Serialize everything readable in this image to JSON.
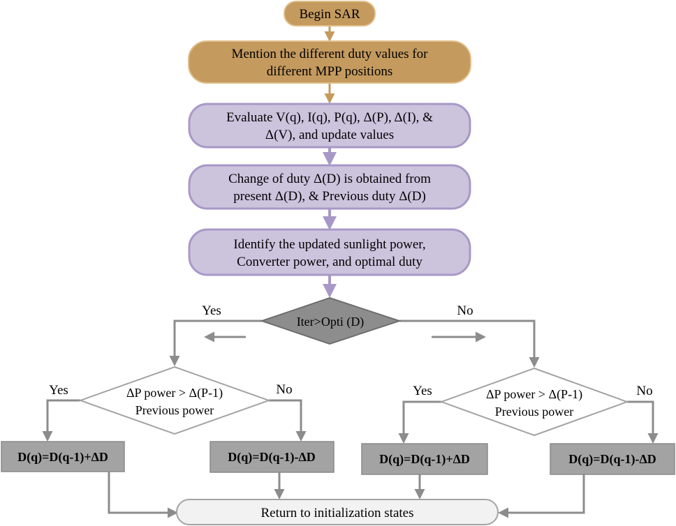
{
  "flowchart": {
    "begin": "Begin SAR",
    "mention": [
      "Mention the different duty values for",
      "different MPP positions"
    ],
    "evaluate": [
      "Evaluate V(q), I(q), P(q), Δ(P), Δ(I), &",
      "Δ(V), and update values"
    ],
    "change": [
      "Change of duty Δ(D) is obtained from",
      "present Δ(D), & Previous duty Δ(D)"
    ],
    "identify": [
      "Identify the updated sunlight power,",
      "Converter power, and optimal duty"
    ],
    "iter_decision": "Iter>Opti (D)",
    "yes": "Yes",
    "no": "No",
    "left_decision": [
      "ΔP power > Δ(P-1)",
      "Previous power"
    ],
    "right_decision": [
      "ΔP power > Δ(P-1)",
      "Previous power"
    ],
    "inc_duty": "D(q)=D(q-1)+ΔD",
    "dec_duty": "D(q)=D(q-1)-ΔD",
    "return": "Return to initialization states"
  },
  "colors": {
    "tan_fill": "#c49a5e",
    "tan_stroke": "#e0bf8a",
    "lavender_fill": "#ccc3dd",
    "lavender_stroke": "#a898c6",
    "gray_connector": "#8c8c8c",
    "dark_gray_fill": "#8d8d8d",
    "box_gray_fill": "#a3a3a3",
    "return_fill": "#f2f2f2"
  }
}
